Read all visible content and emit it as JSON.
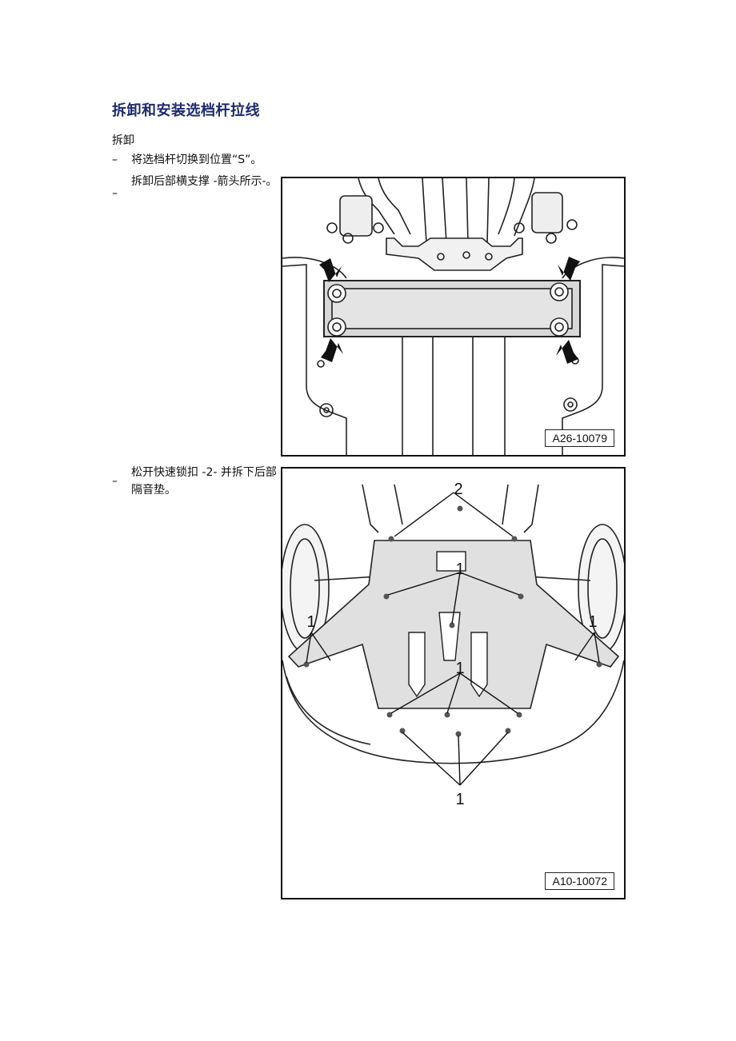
{
  "title": "拆卸和安装选档杆拉线",
  "section": "拆卸",
  "steps": [
    {
      "dash": "–",
      "text": "将选档杆切换到位置“S”。"
    },
    {
      "dash": "–",
      "text": "拆卸后部横支撑 -箭头所示-。"
    },
    {
      "dash": "–",
      "text": "松开快速锁扣 -2- 并拆下后部隔音垫。"
    }
  ],
  "figures": [
    {
      "id": "A26-10079"
    },
    {
      "id": "A10-10072",
      "callouts": {
        "one": "1",
        "two": "2"
      }
    }
  ]
}
